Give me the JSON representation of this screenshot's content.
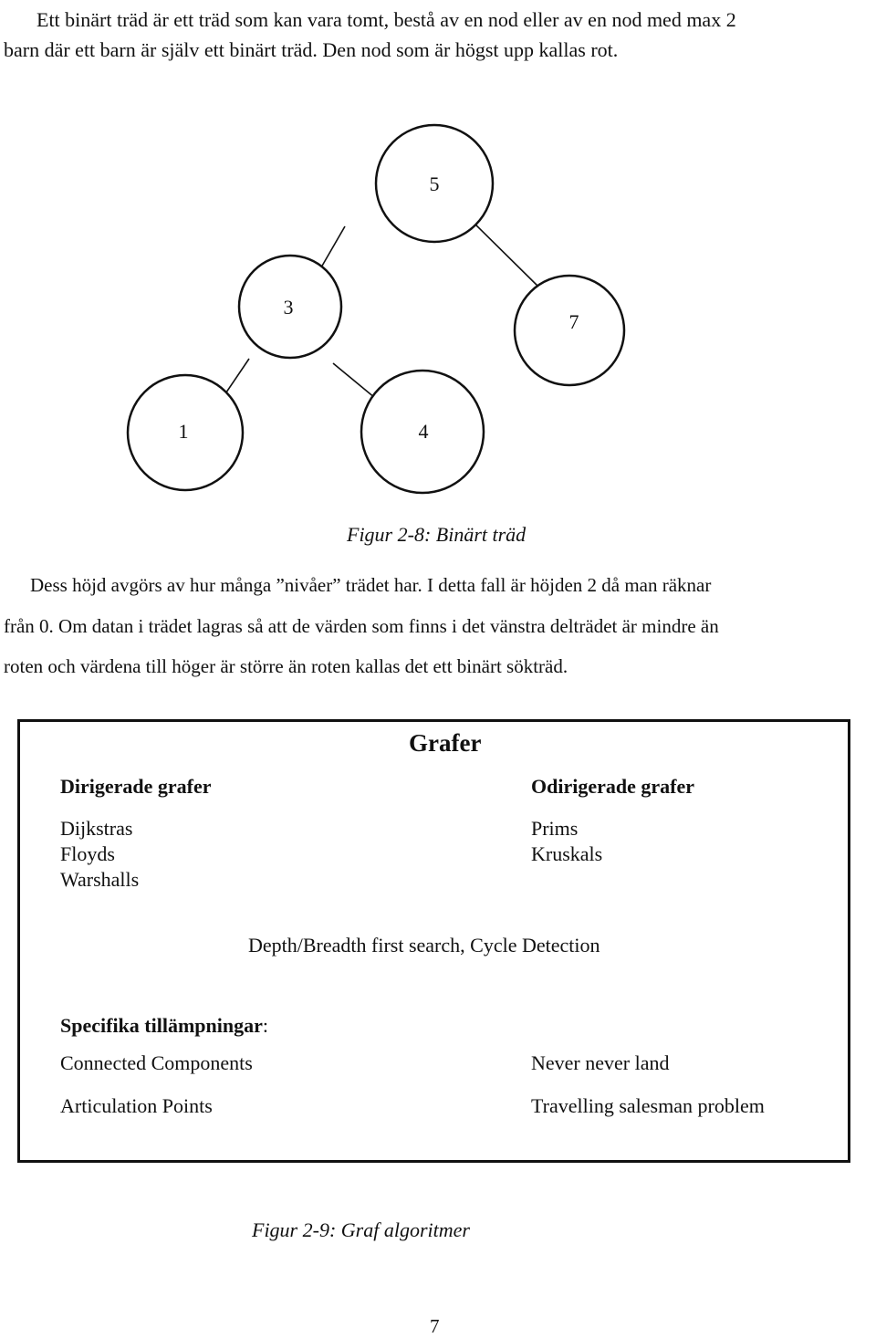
{
  "intro": {
    "line1": "Ett binärt träd är ett träd som kan vara tomt, bestå av en nod eller av en nod med max 2",
    "line2": "barn där ett barn är själv ett binärt träd. Den nod som är högst upp kallas rot."
  },
  "tree": {
    "nodes": [
      {
        "id": "n5",
        "label": "5"
      },
      {
        "id": "n3",
        "label": "3"
      },
      {
        "id": "n7",
        "label": "7"
      },
      {
        "id": "n1",
        "label": "1"
      },
      {
        "id": "n4",
        "label": "4"
      }
    ]
  },
  "figure1_caption": "Figur 2-8: Binärt träd",
  "paragraph": {
    "line1": "Dess höjd avgörs av hur många ”nivåer” trädet har. I detta fall är höjden 2 då man räknar",
    "line2": "från 0. Om datan i trädet lagras så att de värden som finns i det vänstra delträdet är mindre än",
    "line3": "roten och värdena till höger är större än roten kallas det ett binärt sökträd."
  },
  "graph_box": {
    "title": "Grafer",
    "directed": {
      "heading": "Dirigerade grafer",
      "items": [
        "Dijkstras",
        "Floyds",
        "Warshalls"
      ]
    },
    "undirected": {
      "heading": "Odirigerade grafer",
      "items": [
        "Prims",
        "Kruskals"
      ]
    },
    "common": "Depth/Breadth first search, Cycle Detection",
    "specific_heading": "Specifika tillämpningar",
    "specific_colon": ":",
    "specific_left": [
      "Connected Components",
      "Articulation Points"
    ],
    "specific_right": [
      "Never never land",
      "Travelling salesman problem"
    ]
  },
  "figure2_caption": "Figur 2-9: Graf algoritmer",
  "page_number": "7"
}
